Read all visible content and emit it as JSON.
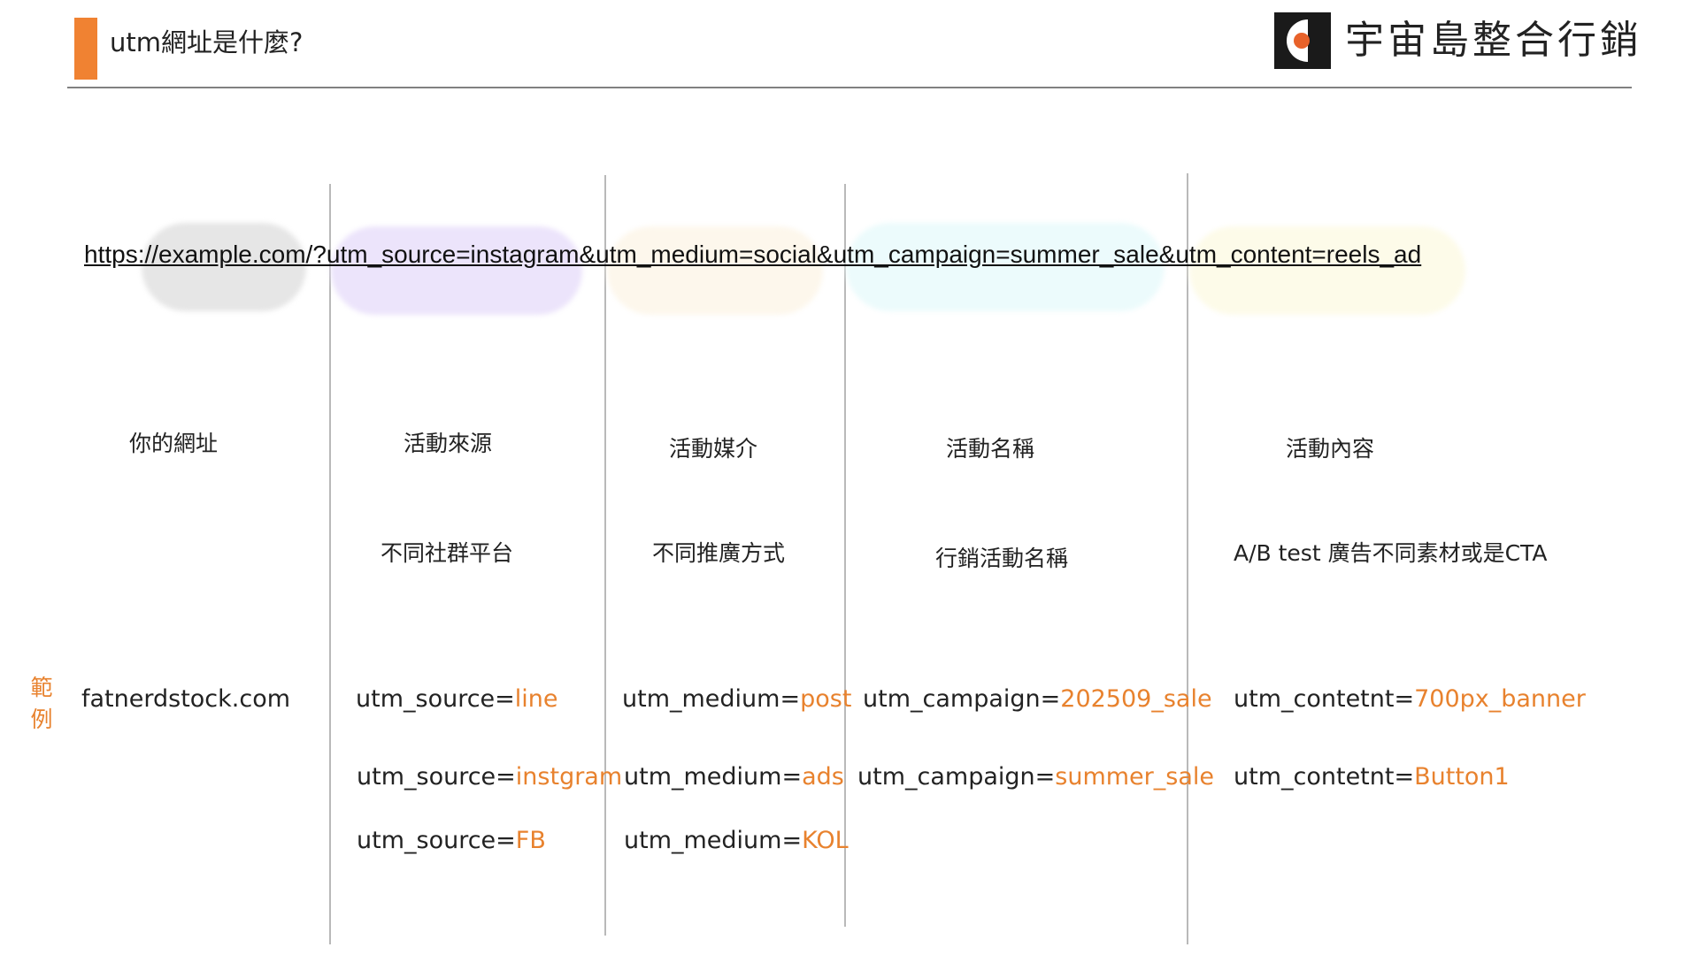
{
  "header": {
    "title": "utm網址是什麼?",
    "accent_color": "#f08232"
  },
  "logo": {
    "icon": "brand-logo-icon",
    "text": "宇宙島整合行銷"
  },
  "example_url": "https://example.com/?utm_source=instagram&utm_medium=social&utm_campaign=summer_sale&utm_content=reels_ad",
  "highlight_colors": [
    "#e6e6e6",
    "#ece4fb",
    "#fdf7ec",
    "#ecfbfc",
    "#fdfbe9"
  ],
  "columns": [
    {
      "label": "你的網址",
      "desc": "",
      "examples": [
        {
          "key": "fatnerdstock.com",
          "value": ""
        }
      ]
    },
    {
      "label": "活動來源",
      "desc": "不同社群平台",
      "examples": [
        {
          "key": "utm_source=",
          "value": "line"
        },
        {
          "key": "utm_source=",
          "value": "instgram"
        },
        {
          "key": "utm_source=",
          "value": "FB"
        }
      ]
    },
    {
      "label": "活動媒介",
      "desc": "不同推廣方式",
      "examples": [
        {
          "key": "utm_medium=",
          "value": "post"
        },
        {
          "key": "utm_medium=",
          "value": "ads"
        },
        {
          "key": "utm_medium=",
          "value": "KOL"
        }
      ]
    },
    {
      "label": "活動名稱",
      "desc": "行銷活動名稱",
      "examples": [
        {
          "key": "utm_campaign=",
          "value": "202509_sale"
        },
        {
          "key": "utm_campaign=",
          "value": "summer_sale"
        }
      ]
    },
    {
      "label": "活動內容",
      "desc": "A/B test 廣告不同素材或是CTA",
      "examples": [
        {
          "key": "utm_contetnt=",
          "value": "700px_banner"
        },
        {
          "key": "utm_contetnt=",
          "value": "Button1"
        }
      ]
    }
  ],
  "example_tag": "範例",
  "value_color": "#e8822e"
}
